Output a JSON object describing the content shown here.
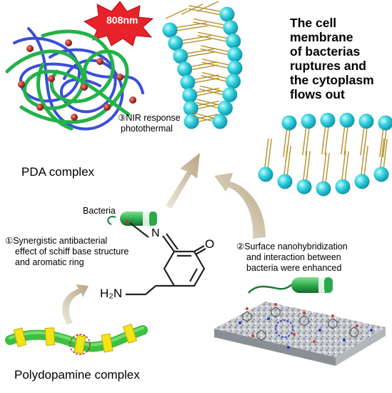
{
  "burst_label": "808nm",
  "title_lines": [
    "The cell",
    "membrane",
    "of bacterias",
    "ruptures and",
    "the cytoplasm",
    "flows out"
  ],
  "nir_lines": [
    "③NIR response",
    "photothermal"
  ],
  "pda_complex_label": "PDA complex",
  "bacteria_label": "Bacteria",
  "molecule": {
    "n_label": "N",
    "o_label": "O",
    "plus": "+",
    "h2n_label": "H₂N"
  },
  "synergistic_lines": [
    "①Synergistic antibacterial",
    "effect of schiff base structure",
    "and aromatic ring"
  ],
  "surface_lines": [
    "②Surface nanohybridization",
    "and interaction between",
    "bacteria were enhanced"
  ],
  "polydopamine_label": "Polydopamine complex",
  "colors": {
    "lipid_head": "#35d3e0",
    "lipid_tail": "#b8902a",
    "burst": "#e8222a",
    "fiber_green": "#22b24a",
    "fiber_blue": "#3a4fd8",
    "particle": "#b22f2a",
    "arrow": "#c8b89a",
    "bacterium": "#2aa84a",
    "bead": "#f2e418",
    "chain": "#3cc040"
  }
}
